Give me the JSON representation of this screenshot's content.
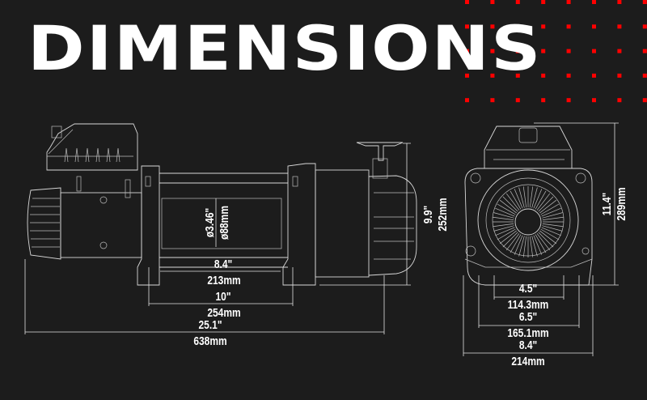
{
  "title": "DIMENSIONS",
  "colors": {
    "background": "#1c1c1c",
    "accent_dots": "#ff0000",
    "line": "#d8d8d8"
  },
  "side_view": {
    "drum_diameter_in": "ø3.46\"",
    "drum_diameter_mm": "ø88mm",
    "drum_length_in": "8.4\"",
    "drum_length_mm": "213mm",
    "frame_span_in": "10\"",
    "frame_span_mm": "254mm",
    "overall_length_in": "25.1\"",
    "overall_length_mm": "638mm",
    "height_in": "9.9\"",
    "height_mm": "252mm"
  },
  "front_view": {
    "height_in": "11.4\"",
    "height_mm": "289mm",
    "bolt_inner_in": "4.5\"",
    "bolt_inner_mm": "114.3mm",
    "bolt_outer_in": "6.5\"",
    "bolt_outer_mm": "165.1mm",
    "width_in": "8.4\"",
    "width_mm": "214mm"
  }
}
